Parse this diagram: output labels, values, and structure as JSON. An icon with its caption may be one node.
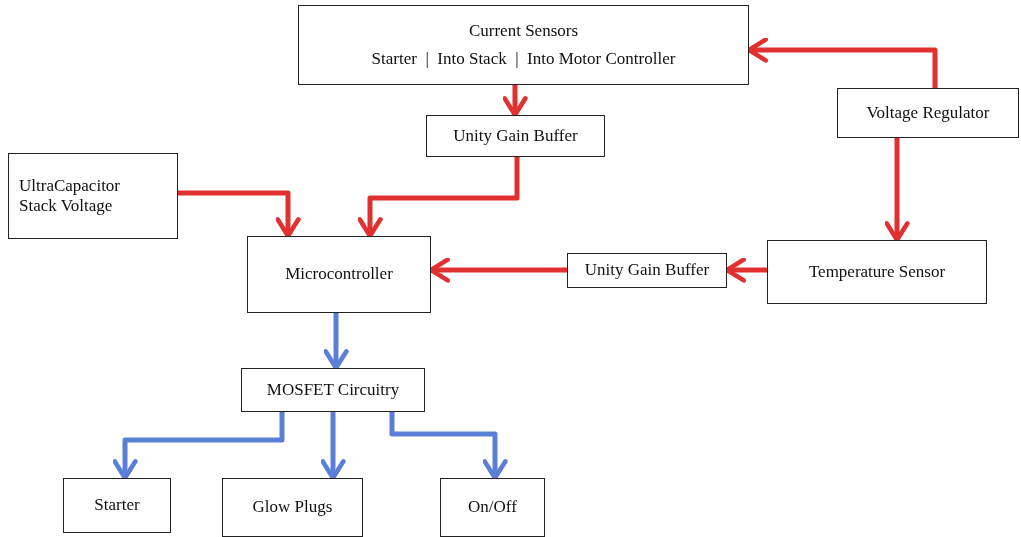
{
  "diagram": {
    "nodes": [
      {
        "text": [
          "Current Sensors",
          "Starter  |  Into Stack  |  Into Motor Controller"
        ]
      },
      {
        "text": [
          "Voltage Regulator"
        ]
      },
      {
        "text": [
          "Unity Gain Buffer"
        ]
      },
      {
        "text": [
          "UltraCapacitor Stack Voltage"
        ]
      },
      {
        "text": [
          "Microcontroller"
        ]
      },
      {
        "text": [
          "Unity Gain Buffer"
        ]
      },
      {
        "text": [
          "Temperature Sensor"
        ]
      },
      {
        "text": [
          "MOSFET Circuitry"
        ]
      },
      {
        "text": [
          "Starter"
        ]
      },
      {
        "text": [
          "Glow Plugs"
        ]
      },
      {
        "text": [
          "On/Off"
        ]
      }
    ],
    "edges": [
      {
        "from": 1,
        "to": 0,
        "arrow": "to"
      },
      {
        "from": 0,
        "to": 2,
        "arrow": "to"
      },
      {
        "from": 3,
        "to": 4,
        "arrow": "to"
      },
      {
        "from": 2,
        "to": 4,
        "arrow": "to"
      },
      {
        "from": 1,
        "to": 6,
        "arrow": "to"
      },
      {
        "from": 6,
        "to": 5,
        "arrow": "to"
      },
      {
        "from": 5,
        "to": 4,
        "arrow": "to"
      },
      {
        "from": 4,
        "to": 7,
        "arrow": "to",
        "color": "#5b7fd6"
      },
      {
        "from": 7,
        "to": 8,
        "arrow": "to",
        "color": "#5b7fd6"
      },
      {
        "from": 7,
        "to": 9,
        "arrow": "to",
        "color": "#5b7fd6"
      },
      {
        "from": 7,
        "to": 10,
        "arrow": "to",
        "color": "#5b7fd6"
      }
    ]
  }
}
